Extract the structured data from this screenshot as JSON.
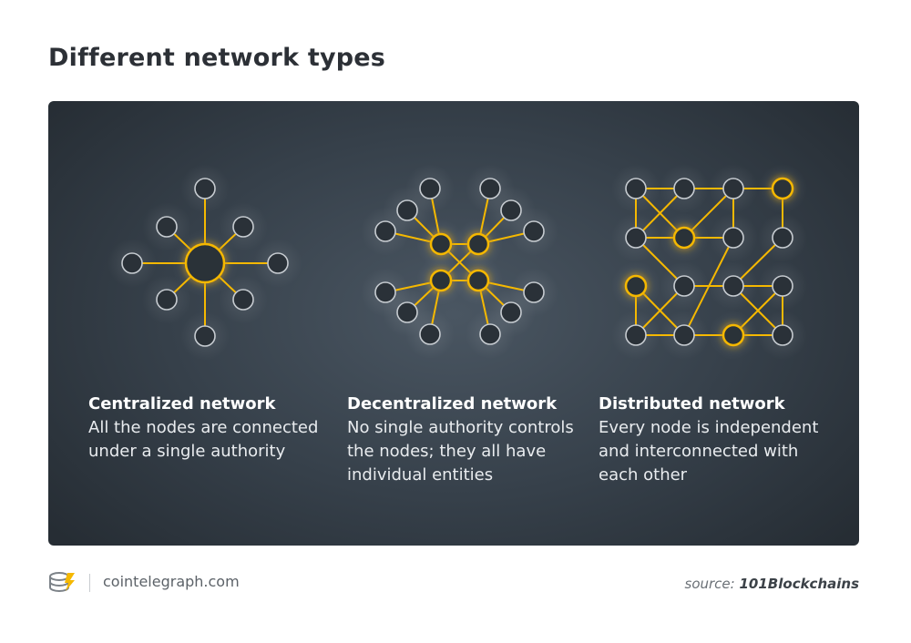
{
  "title": "Different network types",
  "colors": {
    "accent": "#f5b800",
    "node_fill": "#2a3138",
    "node_stroke": "#c7ccd1",
    "panel_bg": "#36404a"
  },
  "diagrams": [
    {
      "title": "Centralized network",
      "description": "All the nodes are connected under a single authority"
    },
    {
      "title": "Decentralized network",
      "description": "No single authority controls the nodes; they all have individual entities"
    },
    {
      "title": "Distributed network",
      "description": "Every node is independent and interconnected with each other"
    }
  ],
  "footer": {
    "logo_icon": "cointelegraph-logo-icon",
    "site": "cointelegraph.com",
    "source_label": "source:",
    "source_name": "101Blockchains"
  }
}
